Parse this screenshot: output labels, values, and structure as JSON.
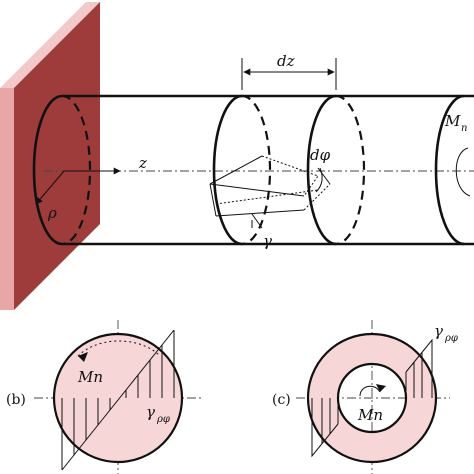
{
  "labels": {
    "dz": "dz",
    "z": "z",
    "rho": "ρ",
    "dphi": "dφ",
    "gamma": "γ",
    "mn_top_main": "M",
    "mn_top_sub": "n",
    "panel_b": "(b)",
    "panel_c": "(c)",
    "mn_b": "Mn",
    "mn_c": "Mn",
    "gamma_b_main": "γ",
    "gamma_b_sub": "ρφ",
    "gamma_c_main": "γ",
    "gamma_c_sub": "ρφ"
  },
  "colors": {
    "wall_front": "#9e3b3b",
    "wall_side": "#e8a6a6",
    "wall_top": "#f2c8c8",
    "section_fill": "#f6d6d6",
    "stroke": "#111111"
  }
}
